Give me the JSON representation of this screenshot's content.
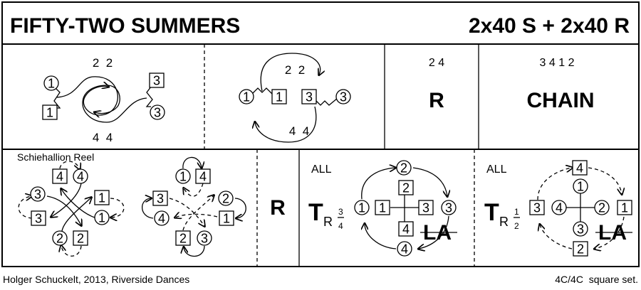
{
  "title": "FIFTY-TWO SUMMERS",
  "format": "2x40 S + 2x40 R",
  "footer": {
    "author": "Holger Schuckelt, 2013, Riverside Dances",
    "set": "4C/4C  square set."
  },
  "row1": {
    "p1": {
      "top": "2  2",
      "bottom": "4  4"
    },
    "p2": {
      "top": "2  2",
      "bottom": "4  4"
    },
    "p3": {
      "bars": "2 4",
      "label": "R"
    },
    "p4": {
      "bars": "3 4 1 2",
      "label": "CHAIN"
    }
  },
  "row2": {
    "p1": {
      "caption": "Schiehallion Reel"
    },
    "p3": {
      "label": "R"
    },
    "p4": {
      "who": "ALL",
      "turn": "T",
      "hand": "R",
      "num": "3",
      "den": "4",
      "la": "LA"
    },
    "p5": {
      "who": "ALL",
      "turn": "T",
      "hand": "R",
      "num": "1",
      "den": "2",
      "la": "LA"
    }
  },
  "dancers": {
    "r1p1": [
      [
        "c",
        "1"
      ],
      [
        "s",
        "1"
      ],
      [
        "s",
        "3"
      ],
      [
        "c",
        "3"
      ]
    ],
    "r1p2": [
      [
        "c",
        "1"
      ],
      [
        "s",
        "1"
      ],
      [
        "s",
        "3"
      ],
      [
        "c",
        "3"
      ]
    ],
    "r2p1": [
      [
        "s",
        "4"
      ],
      [
        "c",
        "4"
      ],
      [
        "c",
        "3"
      ],
      [
        "s",
        "3"
      ],
      [
        "s",
        "1"
      ],
      [
        "c",
        "1"
      ],
      [
        "c",
        "2"
      ],
      [
        "s",
        "2"
      ]
    ],
    "r2p2": [
      [
        "c",
        "1"
      ],
      [
        "s",
        "4"
      ],
      [
        "s",
        "3"
      ],
      [
        "c",
        "4"
      ],
      [
        "c",
        "2"
      ],
      [
        "s",
        "1"
      ],
      [
        "s",
        "2"
      ],
      [
        "c",
        "3"
      ]
    ],
    "r2p4": [
      [
        "c",
        "2"
      ],
      [
        "s",
        "2"
      ],
      [
        "c",
        "1"
      ],
      [
        "s",
        "1"
      ],
      [
        "s",
        "3"
      ],
      [
        "c",
        "3"
      ],
      [
        "s",
        "4"
      ],
      [
        "c",
        "4"
      ]
    ],
    "r2p5": [
      [
        "s",
        "4"
      ],
      [
        "c",
        "1"
      ],
      [
        "s",
        "3"
      ],
      [
        "c",
        "4"
      ],
      [
        "c",
        "2"
      ],
      [
        "s",
        "1"
      ],
      [
        "c",
        "3"
      ],
      [
        "s",
        "2"
      ]
    ]
  }
}
